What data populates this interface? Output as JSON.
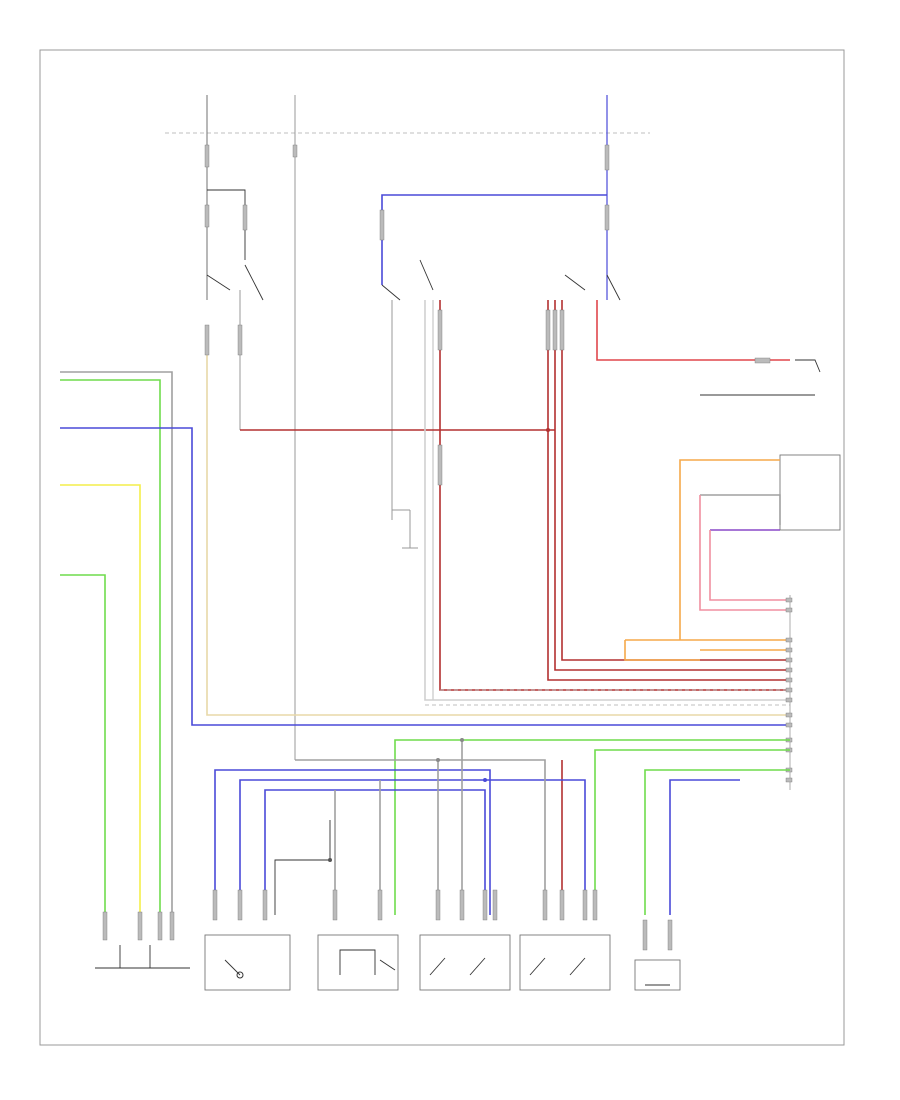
{
  "diagram": {
    "footer_code": "",
    "colors": {
      "red": "#e0474c",
      "dark_red": "#b33030",
      "blue": "#4a4ad8",
      "green": "#6fdc4c",
      "yellow": "#f3ee4a",
      "orange": "#f5a94a",
      "pink": "#f08fa0",
      "violet": "#8a49c8",
      "gray": "#a0a0a0",
      "tan": "#e8d8a8"
    },
    "components": [
      {
        "id": "hot-at-all-times-1",
        "label": ""
      },
      {
        "id": "hot-at-all-times-2",
        "label": ""
      },
      {
        "id": "hot-at-all-times-3",
        "label": ""
      },
      {
        "id": "passenger-unit",
        "label": ""
      },
      {
        "id": "front-control-module",
        "label": ""
      },
      {
        "id": "steering-control-module",
        "label": ""
      },
      {
        "id": "seat-position-sensor",
        "label": ""
      },
      {
        "id": "seat-position-motor-1",
        "label": ""
      },
      {
        "id": "seat-position-motor-2",
        "label": ""
      },
      {
        "id": "seat-position-motor-3",
        "label": ""
      },
      {
        "id": "seat-position-motor-4",
        "label": ""
      }
    ]
  }
}
